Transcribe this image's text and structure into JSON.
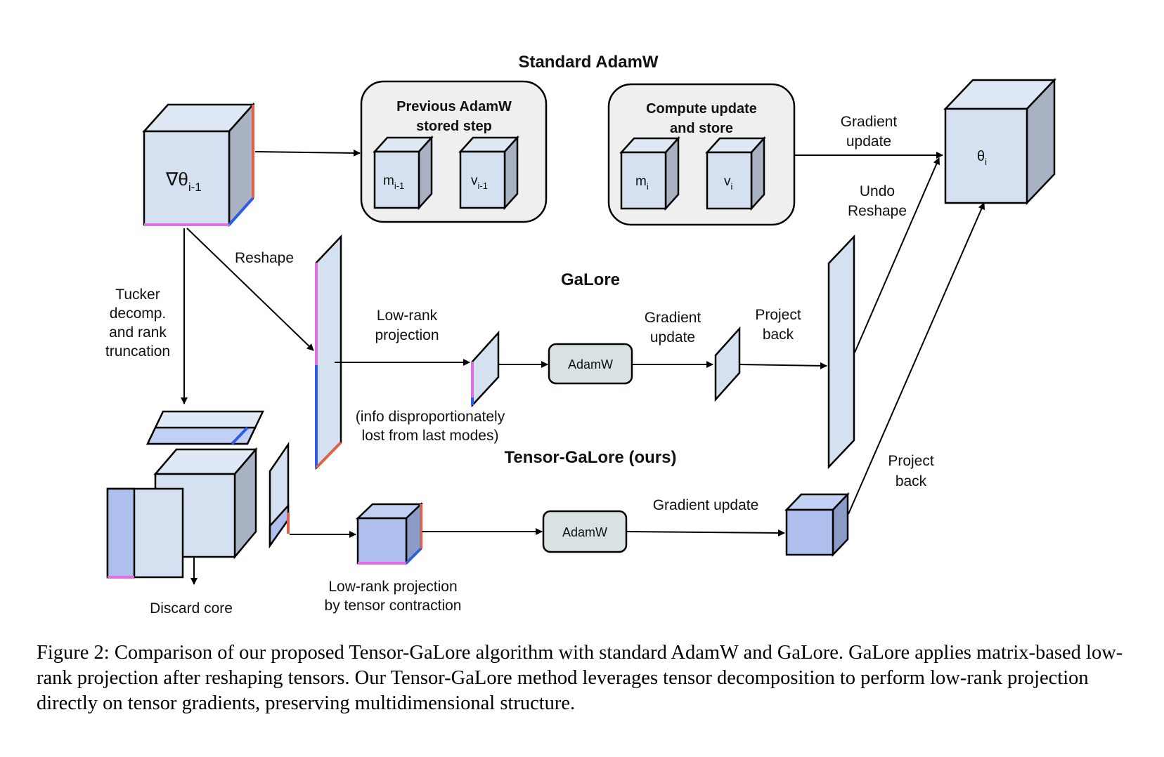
{
  "sections": {
    "standard": "Standard AdamW",
    "galore": "GaLore",
    "tensor_galore": "Tensor-GaLore (ours)"
  },
  "nodes": {
    "grad_symbol": "∇θ",
    "grad_sub": "i-1",
    "prev_box_line1": "Previous AdamW",
    "prev_box_line2": "stored step",
    "m_prev": "m",
    "m_prev_sub": "i-1",
    "v_prev": "v",
    "v_prev_sub": "i-1",
    "comp_box_line1": "Compute update",
    "comp_box_line2": "and store",
    "m_cur": "m",
    "m_cur_sub": "i",
    "v_cur": "v",
    "v_cur_sub": "i",
    "theta": "θ",
    "theta_sub": "i",
    "adamw_galore": "AdamW",
    "adamw_tensor": "AdamW"
  },
  "labels": {
    "gradient_update_top_1": "Gradient",
    "gradient_update_top_2": "update",
    "undo_reshape_1": "Undo",
    "undo_reshape_2": "Reshape",
    "reshape": "Reshape",
    "tucker_1": "Tucker",
    "tucker_2": "decomp.",
    "tucker_3": "and rank",
    "tucker_4": "truncation",
    "lowrank_proj_1": "Low-rank",
    "lowrank_proj_2": "projection",
    "info_lost_1": "(info disproportionately",
    "info_lost_2": "lost from last modes)",
    "galore_grad_update_1": "Gradient",
    "galore_grad_update_2": "update",
    "project_back_mid_1": "Project",
    "project_back_mid_2": "back",
    "project_back_low_1": "Project",
    "project_back_low_2": "back",
    "tensor_grad_update": "Gradient update",
    "tensor_contraction_1": "Low-rank projection",
    "tensor_contraction_2": "by tensor contraction",
    "discard_core": "Discard core"
  },
  "caption": "Figure 2: Comparison of our proposed Tensor-GaLore algorithm with standard AdamW and GaLore. GaLore applies matrix-based low-rank projection after reshaping tensors. Our Tensor-GaLore method leverages tensor decomposition to perform low-rank projection directly on tensor gradients, preserving multidimensional structure.",
  "colors": {
    "mode_1": "#e070e0",
    "mode_2": "#2f5de8",
    "mode_3": "#e0604a",
    "face_light": "#d5e0f0",
    "face_core_blue": "#aebfee"
  }
}
